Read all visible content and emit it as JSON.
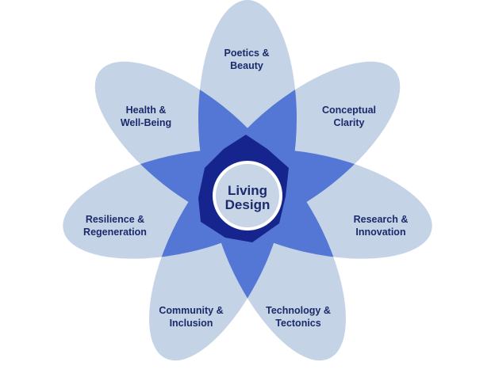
{
  "center": {
    "line1": "Living",
    "line2": "Design"
  },
  "petals": [
    {
      "line1": "Poetics &",
      "line2": "Beauty"
    },
    {
      "line1": "Conceptual",
      "line2": "Clarity"
    },
    {
      "line1": "Research &",
      "line2": "Innovation"
    },
    {
      "line1": "Technology &",
      "line2": "Tectonics"
    },
    {
      "line1": "Community &",
      "line2": "Inclusion"
    },
    {
      "line1": "Resilience &",
      "line2": "Regeneration"
    },
    {
      "line1": "Health &",
      "line2": "Well-Being"
    }
  ],
  "colors": {
    "petal": "#c4d3e5",
    "overlap": "#5476d4",
    "core": "#16248e",
    "text": "#1b2a6b",
    "center_circle": "#c8d5e7"
  }
}
